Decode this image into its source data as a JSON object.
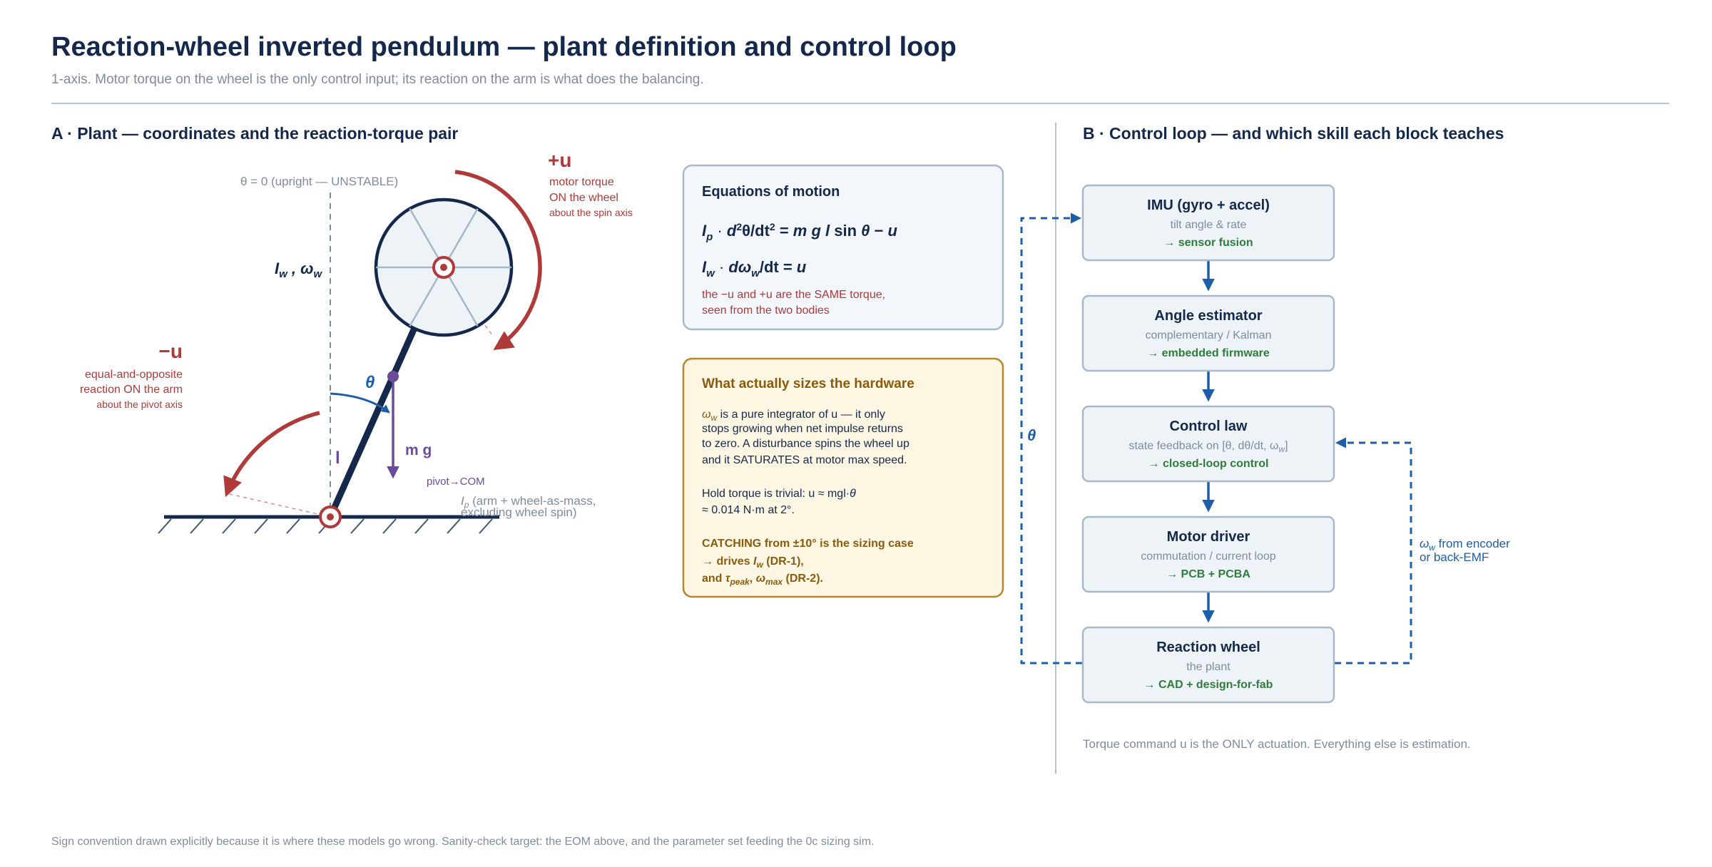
{
  "header": {
    "title": "Reaction-wheel inverted pendulum — plant definition and control loop",
    "subtitle": "1-axis. Motor torque on the wheel is the only control input; its reaction on the arm is what does the balancing."
  },
  "panel_a": {
    "title": "A · Plant — coordinates and the reaction-torque pair",
    "theta_zero_label": "θ = 0 (upright — UNSTABLE)",
    "plus_u": {
      "symbol": "+u",
      "line1": "motor torque",
      "line2": "ON the wheel",
      "line3": "about the spin axis"
    },
    "minus_u": {
      "symbol": "−u",
      "line1": "equal-and-opposite",
      "line2": "reaction ON the arm",
      "line3": "about the pivot axis"
    },
    "wheel_inertia": {
      "I": "I",
      "I_sub": "w",
      "sep": " , ",
      "omega": "ω",
      "omega_sub": "w"
    },
    "theta_label": "θ",
    "mg_label": "m g",
    "l_label": "l",
    "pivot_com": "pivot→COM",
    "ip_I": "I",
    "ip_sub": "p",
    "ip_text": " (arm + wheel-as-mass,",
    "ip_text2": "excluding wheel spin)"
  },
  "eom": {
    "title": "Equations of motion",
    "eq1": {
      "I": "I",
      "I_sub": "p",
      "dot": " · ",
      "d": "d",
      "sup2": "2",
      "theta": "θ",
      "dt2": "/dt",
      "sup2b": "2",
      "eq": " = ",
      "m": "m",
      "g": " g ",
      "l": "l",
      "sin": " sin ",
      "theta2": "θ",
      "minus": " − ",
      "u": "u"
    },
    "eq2": {
      "I": "I",
      "I_sub": "w",
      "dot": " · ",
      "d": "d",
      "omega": "ω",
      "omega_sub": "w",
      "dt": "/dt = ",
      "u": "u"
    },
    "note1": "the −u and +u are the SAME torque,",
    "note2": "seen from the two bodies"
  },
  "sizing": {
    "title": "What actually sizes the hardware",
    "p1_omega": "ω",
    "p1_omega_sub": "w",
    "p1_l1": " is a pure integrator of u — it only",
    "p1_l2": "stops growing when net impulse returns",
    "p1_l3": "to zero. A disturbance spins the wheel up",
    "p1_l4": "and it SATURATES at motor max speed.",
    "p2_l1_pre": "Hold torque is trivial: u ≈ mgl·",
    "p2_l1_theta": "θ",
    "p2_l2": "≈ 0.014 N·m at 2°.",
    "p3_l1": "CATCHING from ±10° is the sizing case",
    "p3_l2_pre": "→ drives ",
    "p3_l2_I": "I",
    "p3_l2_sub": "w",
    "p3_l2_post": " (DR-1),",
    "p3_l3_pre": "and ",
    "p3_l3_tau": "τ",
    "p3_l3_tau_sub": "peak",
    "p3_l3_sep": ", ",
    "p3_l3_omega": "ω",
    "p3_l3_omega_sub": "max",
    "p3_l3_post": " (DR-2)."
  },
  "panel_b": {
    "title": "B · Control loop — and which skill each block teaches",
    "blocks": [
      {
        "title": "IMU (gyro + accel)",
        "subtitle": "tilt angle & rate",
        "skill": "→ sensor fusion"
      },
      {
        "title": "Angle estimator",
        "subtitle": "complementary / Kalman",
        "skill": "→ embedded firmware"
      },
      {
        "title": "Control law",
        "subtitle": "state feedback on [θ, dθ/dt, ω",
        "subtitle_sub": "w",
        "subtitle_end": "]",
        "skill": "→ closed-loop control"
      },
      {
        "title": "Motor driver",
        "subtitle": "commutation / current loop",
        "skill": "→ PCB + PCBA"
      },
      {
        "title": "Reaction wheel",
        "subtitle": "the plant",
        "skill": "→ CAD + design-for-fab"
      }
    ],
    "theta_feedback": "θ",
    "omega_feedback_symbol": "ω",
    "omega_feedback_sub": "w",
    "omega_feedback_l1": " from encoder",
    "omega_feedback_l2": "or back-EMF",
    "note": "Torque command u is the ONLY actuation. Everything else is estimation."
  },
  "footer": "Sign convention drawn explicitly because it is where these models go wrong. Sanity-check target: the EOM above, and the parameter set feeding the 0c sizing sim.",
  "colors": {
    "navy": "#14284b",
    "red": "#b03a3a",
    "purple": "#6b4c9a",
    "blue": "#1d5ea8",
    "green": "#2e7d3a",
    "gold": "#8a5b0c",
    "muted": "#7f8c9e"
  },
  "icons": [
    "pivot-icon",
    "wheel-hub-icon",
    "ground-hatch-icon",
    "com-dot-icon"
  ]
}
